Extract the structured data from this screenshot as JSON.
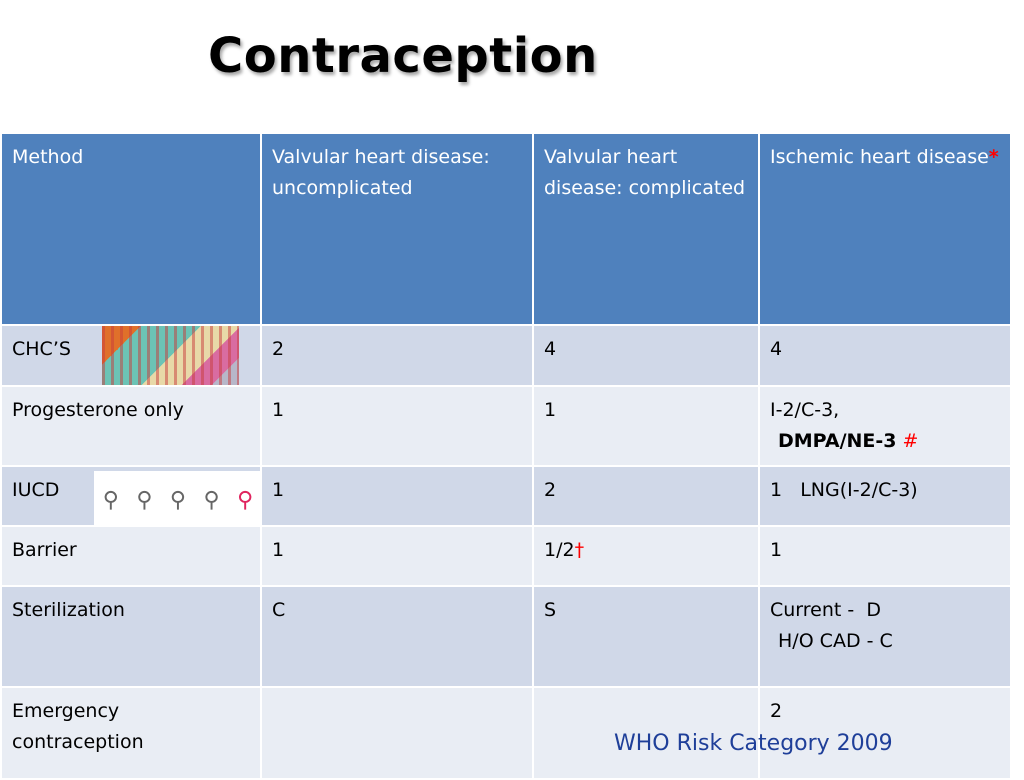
{
  "slide": {
    "title": "Contraception",
    "footnote": "WHO Risk Category 2009"
  },
  "colors": {
    "header_bg": "#4f81bd",
    "row_odd_bg": "#d0d8e8",
    "row_even_bg": "#e9edf4",
    "footnote": "#1f3f99",
    "marker_red": "#ff0000"
  },
  "table": {
    "headers": {
      "method": "Method",
      "vhd_uncomplicated": "Valvular heart disease: uncomplicated",
      "vhd_complicated": "Valvular heart disease: complicated",
      "ihd": "Ischemic heart disease",
      "ihd_marker": "*"
    },
    "rows": [
      {
        "method": "CHC’S",
        "image": "pill-packs-image",
        "vhd_uncomplicated": "2",
        "vhd_complicated": "4",
        "ihd": "4"
      },
      {
        "method": "Progesterone only",
        "vhd_uncomplicated": "1",
        "vhd_complicated": "1",
        "ihd_line1": "I-2/C-3,",
        "ihd_line2": "DMPA/NE-3",
        "ihd_marker": "#"
      },
      {
        "method": "IUCD",
        "image": "iud-devices-image",
        "vhd_uncomplicated": "1",
        "vhd_complicated": "2",
        "ihd": "1   LNG(I-2/C-3)"
      },
      {
        "method": "Barrier",
        "vhd_uncomplicated": "1",
        "vhd_complicated": "1/2",
        "vhd_complicated_marker": "†",
        "ihd": "1"
      },
      {
        "method": "Sterilization",
        "vhd_uncomplicated": "C",
        "vhd_complicated": "S",
        "ihd_line1": "Current -  D",
        "ihd_line2": "H/O CAD - C"
      },
      {
        "method": "Emergency contraception",
        "vhd_uncomplicated": "",
        "vhd_complicated": "",
        "ihd": "2"
      }
    ]
  }
}
